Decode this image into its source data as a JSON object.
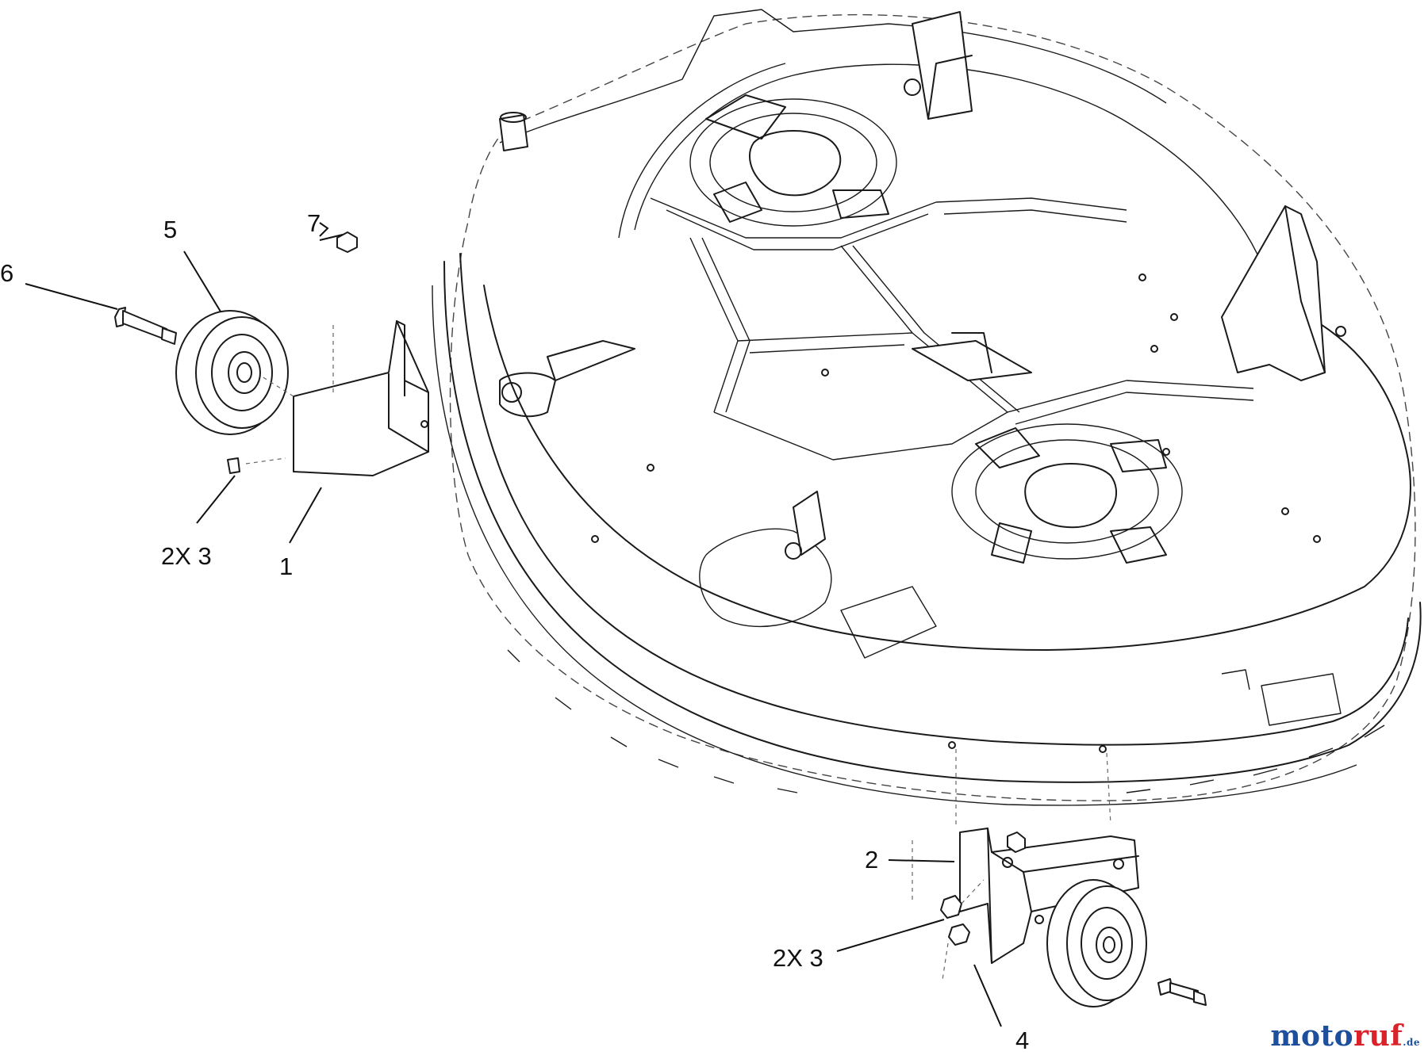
{
  "callouts": [
    {
      "id": "c1",
      "text": "1"
    },
    {
      "id": "c2",
      "text": "2"
    },
    {
      "id": "c3a",
      "text": "2X 3"
    },
    {
      "id": "c3b",
      "text": "2X 3"
    },
    {
      "id": "c4",
      "text": "4"
    },
    {
      "id": "c5",
      "text": "5"
    },
    {
      "id": "c6",
      "text": "6"
    },
    {
      "id": "c7",
      "text": "7"
    }
  ],
  "watermark": {
    "part1": "moto",
    "part2": "ruf",
    "suffix": ".de"
  },
  "colors": {
    "line": "#1a1a1a",
    "watermark_blue": "#1d4f9c",
    "watermark_red": "#d9222a"
  }
}
